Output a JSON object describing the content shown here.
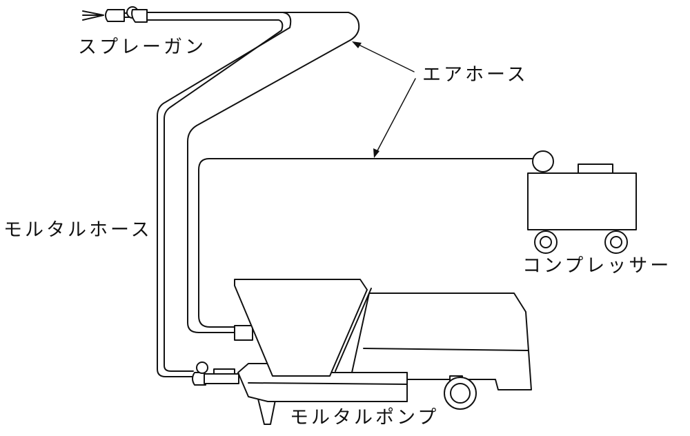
{
  "labels": {
    "spray_gun": "スプレーガン",
    "air_hose": "エアホース",
    "mortar_hose": "モルタルホース",
    "compressor": "コンプレッサー",
    "mortar_pump": "モルタルポンプ"
  }
}
